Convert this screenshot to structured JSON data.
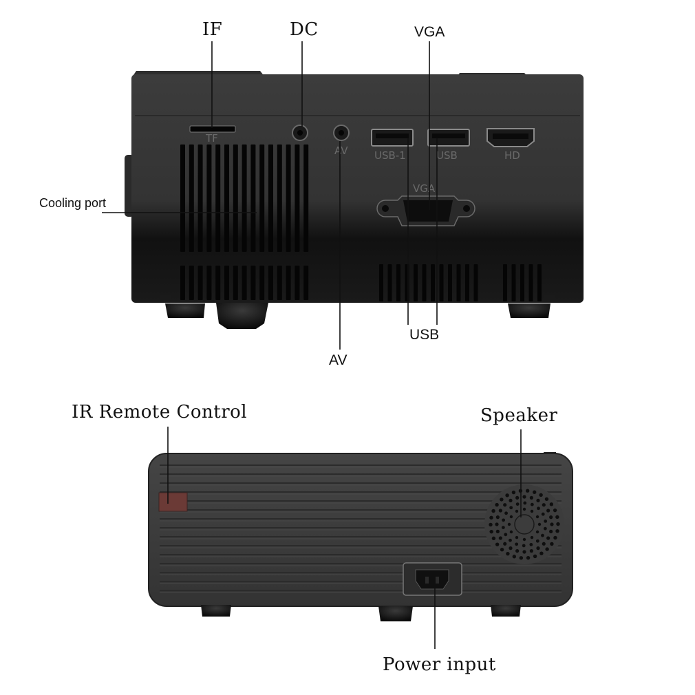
{
  "callouts": {
    "if": "IF",
    "dc": "DC",
    "vga": "VGA",
    "cooling_port": "Cooling port",
    "usb": "USB",
    "av": "AV",
    "ir_remote_control": "IR Remote Control",
    "speaker": "Speaker",
    "power_input": "Power input"
  },
  "panel_markings": {
    "tf": "TF",
    "av": "AV",
    "usb_1": "USB-1",
    "usb": "USB",
    "hd": "HD",
    "vga": "VGA"
  },
  "colors": {
    "body": "#3a3a3a",
    "body_dark": "#1c1c1c",
    "slot": "#050505",
    "ir_window": "#6b3a36",
    "leader": "#111111"
  }
}
